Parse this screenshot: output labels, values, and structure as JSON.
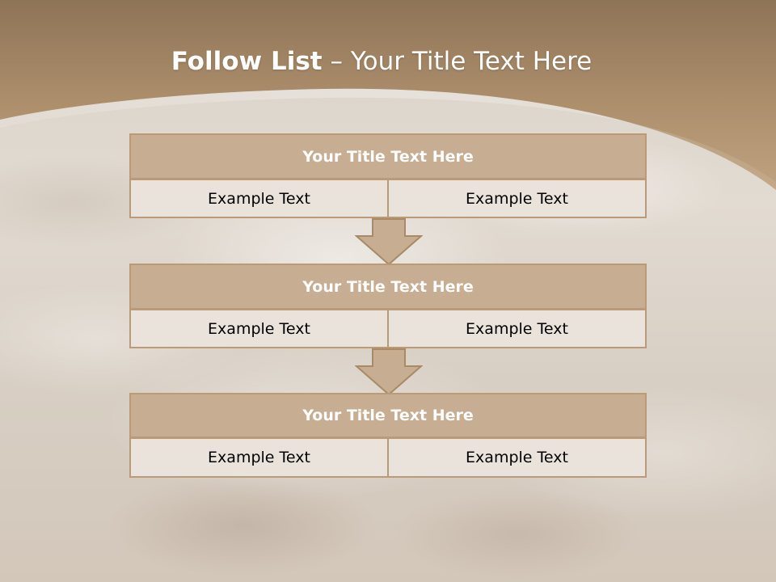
{
  "slide": {
    "title_bold": "Follow List",
    "title_rest": " – Your Title Text Here"
  },
  "steps": [
    {
      "title": "Your Title Text Here",
      "left": "Example Text",
      "right": "Example Text"
    },
    {
      "title": "Your Title Text Here",
      "left": "Example Text",
      "right": "Example Text"
    },
    {
      "title": "Your Title Text Here",
      "left": "Example Text",
      "right": "Example Text"
    }
  ],
  "colors": {
    "header_band": "#a88b66",
    "box_title_fill": "#c7ae92",
    "box_cell_fill": "#eae3dc",
    "box_border": "#bb9a78",
    "arrow_fill": "#c7ae92"
  },
  "icons": {
    "connector": "down-arrow-icon"
  }
}
